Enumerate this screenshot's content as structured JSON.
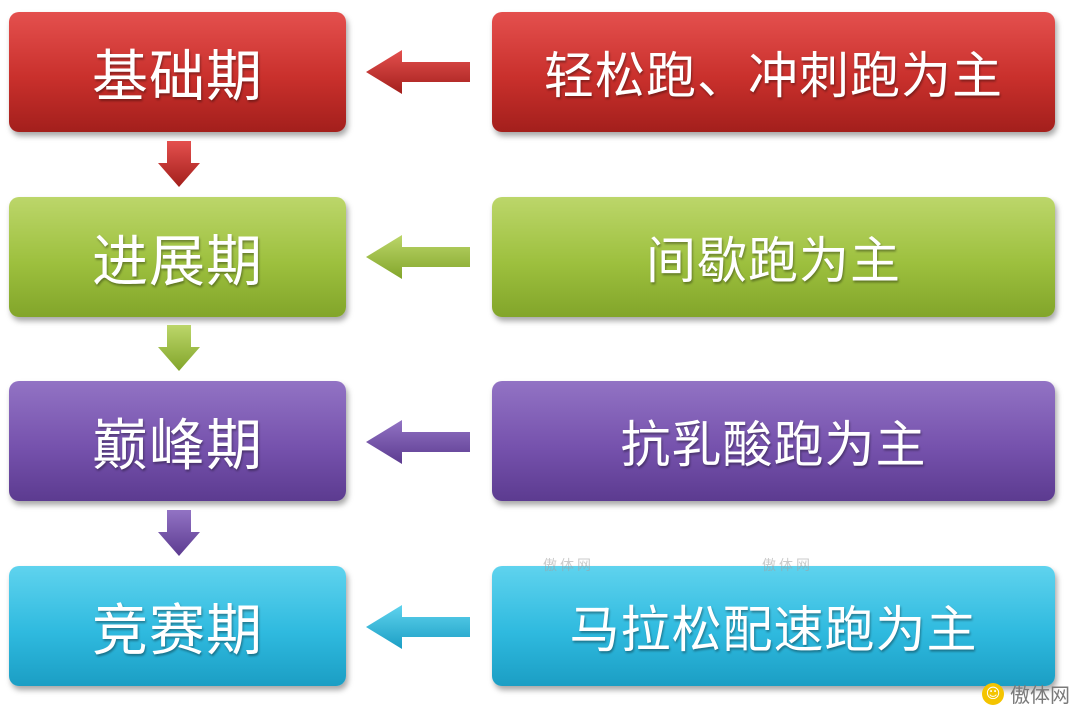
{
  "phases": [
    {
      "label": "基础期",
      "color": "#c9302c"
    },
    {
      "label": "进展期",
      "color": "#9dc03e"
    },
    {
      "label": "巅峰期",
      "color": "#7652ad"
    },
    {
      "label": "竞赛期",
      "color": "#2fbadf"
    }
  ],
  "methods": [
    {
      "label": "轻松跑、冲刺跑为主"
    },
    {
      "label": "间歇跑为主"
    },
    {
      "label": "抗乳酸跑为主"
    },
    {
      "label": "马拉松配速跑为主"
    }
  ],
  "watermarks": [
    "傲体网",
    "傲体网"
  ],
  "brand": {
    "text": "傲体网",
    "logo_icon": "smile-logo-icon",
    "logo_color": "#f4c400"
  }
}
